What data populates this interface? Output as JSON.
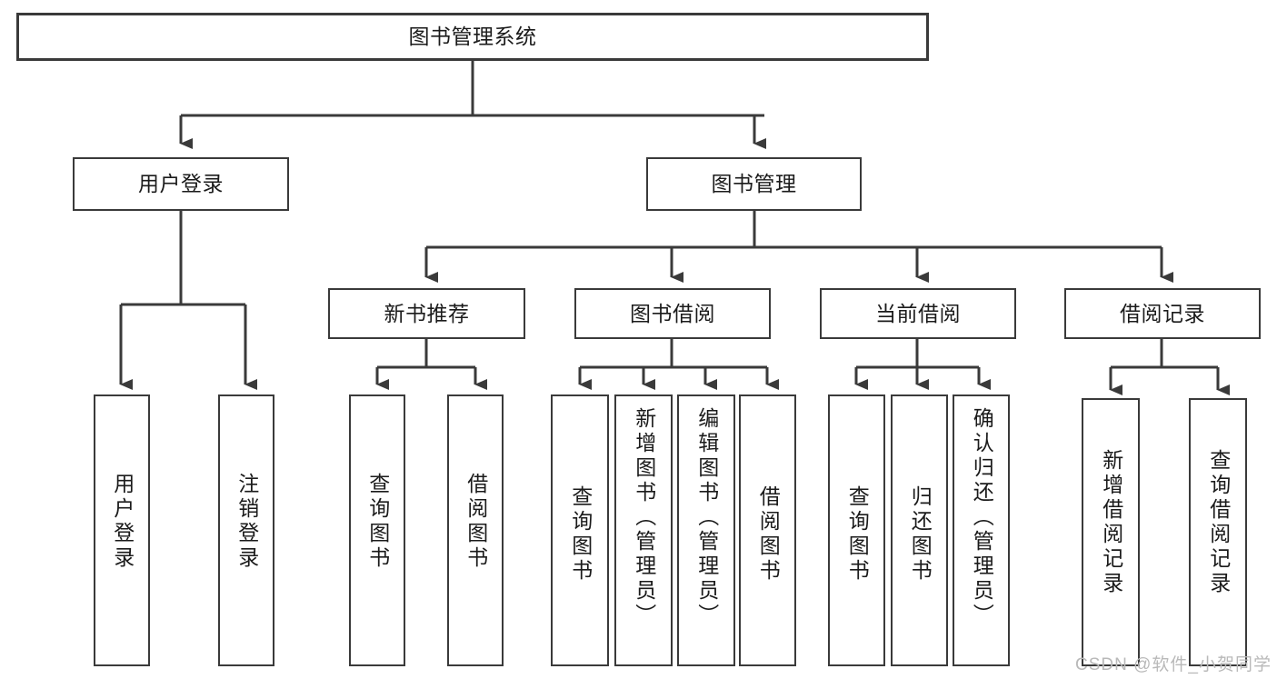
{
  "diagram": {
    "kind": "功能结构图",
    "root": {
      "label": "图书管理系统"
    },
    "level2": [
      {
        "label": "用户登录"
      },
      {
        "label": "图书管理"
      }
    ],
    "level3": [
      {
        "label": "新书推荐"
      },
      {
        "label": "图书借阅"
      },
      {
        "label": "当前借阅"
      },
      {
        "label": "借阅记录"
      }
    ],
    "leaves": {
      "user_login": [
        {
          "label": "用户登录"
        },
        {
          "label": "注销登录"
        }
      ],
      "new_book_recommend": [
        {
          "label": "查询图书"
        },
        {
          "label": "借阅图书"
        }
      ],
      "book_borrow": [
        {
          "label": "查询图书"
        },
        {
          "label": "新增图书（管理员）"
        },
        {
          "label": "编辑图书（管理员）"
        },
        {
          "label": "借阅图书"
        }
      ],
      "current_borrow": [
        {
          "label": "查询图书"
        },
        {
          "label": "归还图书"
        },
        {
          "label": "确认归还（管理员）"
        }
      ],
      "borrow_records": [
        {
          "label": "新增借阅记录"
        },
        {
          "label": "查询借阅记录"
        }
      ]
    }
  },
  "watermark": {
    "text": "CSDN @软件_小贺同学"
  },
  "colors": {
    "stroke": "#3a3a3a",
    "box_fill": "#ffffff",
    "text": "#1b1b1b",
    "watermark": "#b9b9b9",
    "background": "#ffffff"
  }
}
